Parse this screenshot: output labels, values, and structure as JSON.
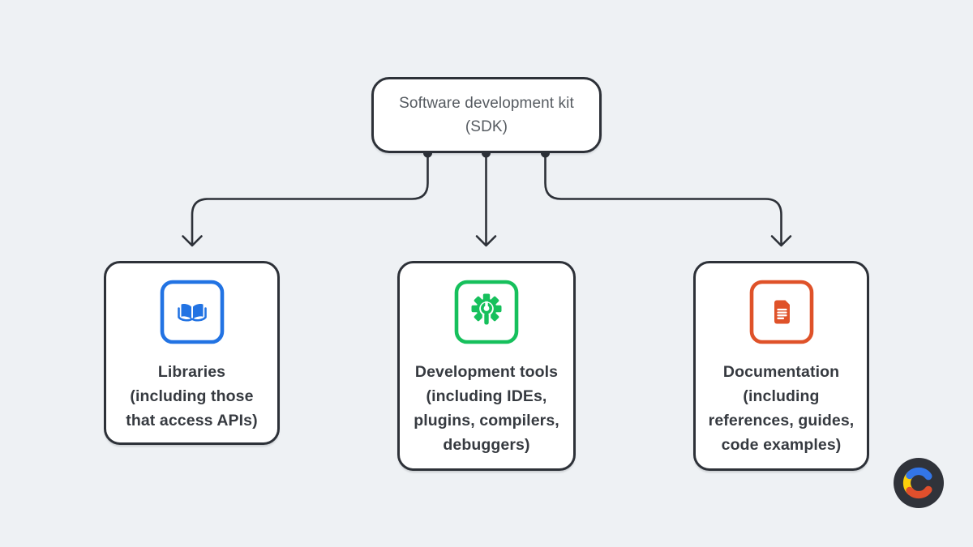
{
  "diagram": {
    "root": {
      "lines": [
        "Software development kit",
        "(SDK)"
      ]
    },
    "nodes": [
      {
        "id": "libraries",
        "icon": "open-book-icon",
        "color": "#2273e3",
        "lines": [
          "Libraries",
          "(including those",
          "that access APIs)"
        ]
      },
      {
        "id": "development-tools",
        "icon": "gear-wrench-icon",
        "color": "#16c05c",
        "lines": [
          "Development tools",
          "(including IDEs,",
          "plugins, compilers,",
          "debuggers)"
        ]
      },
      {
        "id": "documentation",
        "icon": "document-icon",
        "color": "#df5229",
        "lines": [
          "Documentation",
          "(including",
          "references, guides,",
          "code examples)"
        ]
      }
    ],
    "colors": {
      "background": "#eef1f4",
      "stroke": "#2d3138",
      "card_bg": "#ffffff",
      "root_text": "#565b61",
      "label_text": "#363a40",
      "logo_bg": "#30333a",
      "logo_blue": "#3376e8",
      "logo_yellow": "#fbcf0b",
      "logo_red": "#e04f2c"
    }
  }
}
